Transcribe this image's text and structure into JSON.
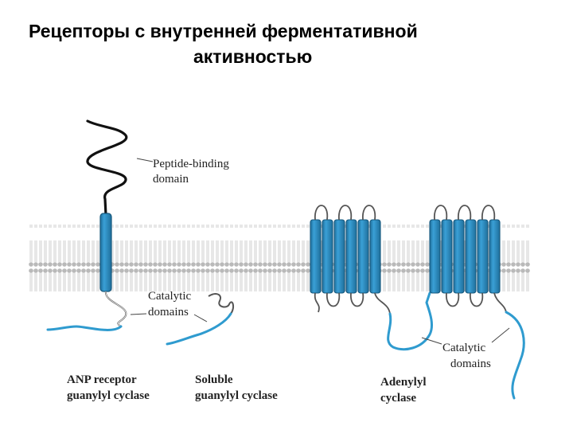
{
  "title": {
    "line1": "Рецепторы с внутренней ферментативной",
    "line2": "активностью"
  },
  "labels": {
    "peptide_binding_1": "Peptide-binding",
    "peptide_binding_2": "domain",
    "catalytic_left_1": "Catalytic",
    "catalytic_left_2": "domains",
    "catalytic_right_1": "Catalytic",
    "catalytic_right_2": "domains",
    "anp_1": "ANP receptor",
    "anp_2": "guanylyl cyclase",
    "soluble_1": "Soluble",
    "soluble_2": "guanylyl cyclase",
    "adenylyl_1": "Adenylyl",
    "adenylyl_2": "cyclase"
  },
  "colors": {
    "helix": "#2e8fc4",
    "helix_dark": "#1c5f86",
    "catalytic_chain": "#2f9bcf",
    "loop_chain": "#555555",
    "membrane_head": "#bbbbbb",
    "membrane_tail": "#d0d0d0"
  }
}
